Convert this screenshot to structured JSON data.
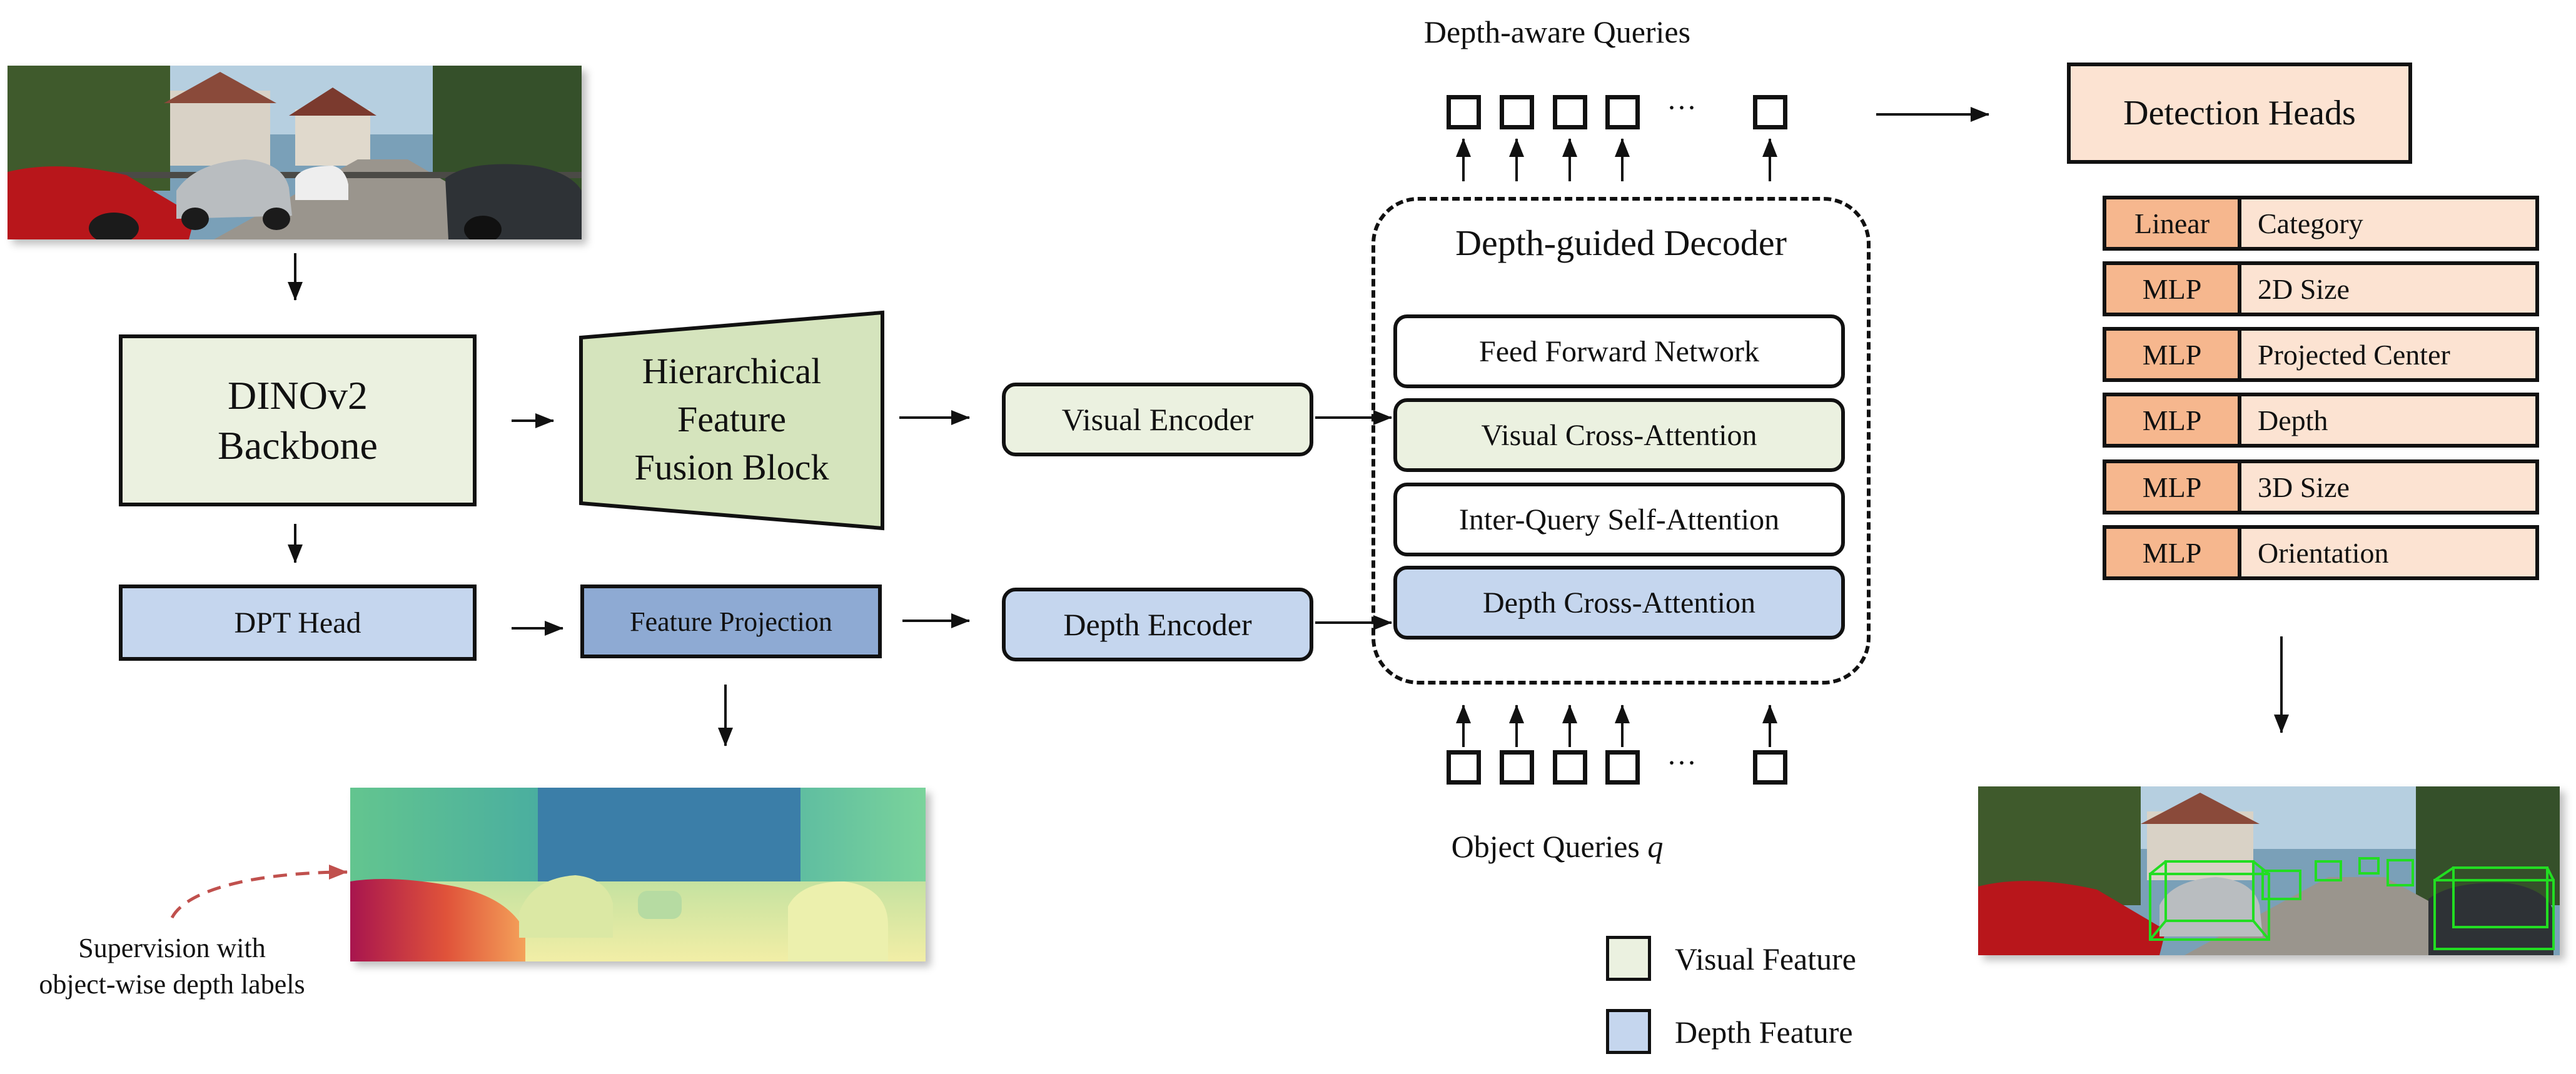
{
  "input_image": {
    "description": "street scene photo"
  },
  "backbone": {
    "label_line1": "DINOv2",
    "label_line2": "Backbone"
  },
  "fusion": {
    "line1": "Hierarchical",
    "line2": "Feature",
    "line3": "Fusion Block"
  },
  "dpt_head": {
    "label": "DPT Head"
  },
  "feature_projection": {
    "label": "Feature Projection"
  },
  "visual_encoder": {
    "label": "Visual Encoder"
  },
  "depth_encoder": {
    "label": "Depth Encoder"
  },
  "decoder": {
    "title": "Depth-guided Decoder",
    "layers": [
      "Feed Forward Network",
      "Visual Cross-Attention",
      "Inter-Query Self-Attention",
      "Depth Cross-Attention"
    ]
  },
  "depth_aware_queries": {
    "label": "Depth-aware Queries",
    "ellipsis": "···"
  },
  "object_queries": {
    "label": "Object Queries",
    "symbol": "q",
    "ellipsis": "···"
  },
  "detection_heads": {
    "title": "Detection Heads",
    "rows": [
      {
        "type": "Linear",
        "output": "Category"
      },
      {
        "type": "MLP",
        "output": "2D Size"
      },
      {
        "type": "MLP",
        "output": "Projected Center"
      },
      {
        "type": "MLP",
        "output": "Depth"
      },
      {
        "type": "MLP",
        "output": "3D Size"
      },
      {
        "type": "MLP",
        "output": "Orientation"
      }
    ]
  },
  "supervision": {
    "line1": "Supervision with",
    "line2": "object-wise depth labels"
  },
  "legend": {
    "visual": "Visual Feature",
    "depth": "Depth Feature"
  },
  "colors": {
    "visual": "#ebf1e0",
    "depth": "#c5d6ee",
    "fusion": "#d5e4bd",
    "projection": "#8eaad3",
    "heads_bg": "#fce3d2",
    "heads_type": "#f6b78e",
    "dashed_arrow": "#c0504d"
  }
}
